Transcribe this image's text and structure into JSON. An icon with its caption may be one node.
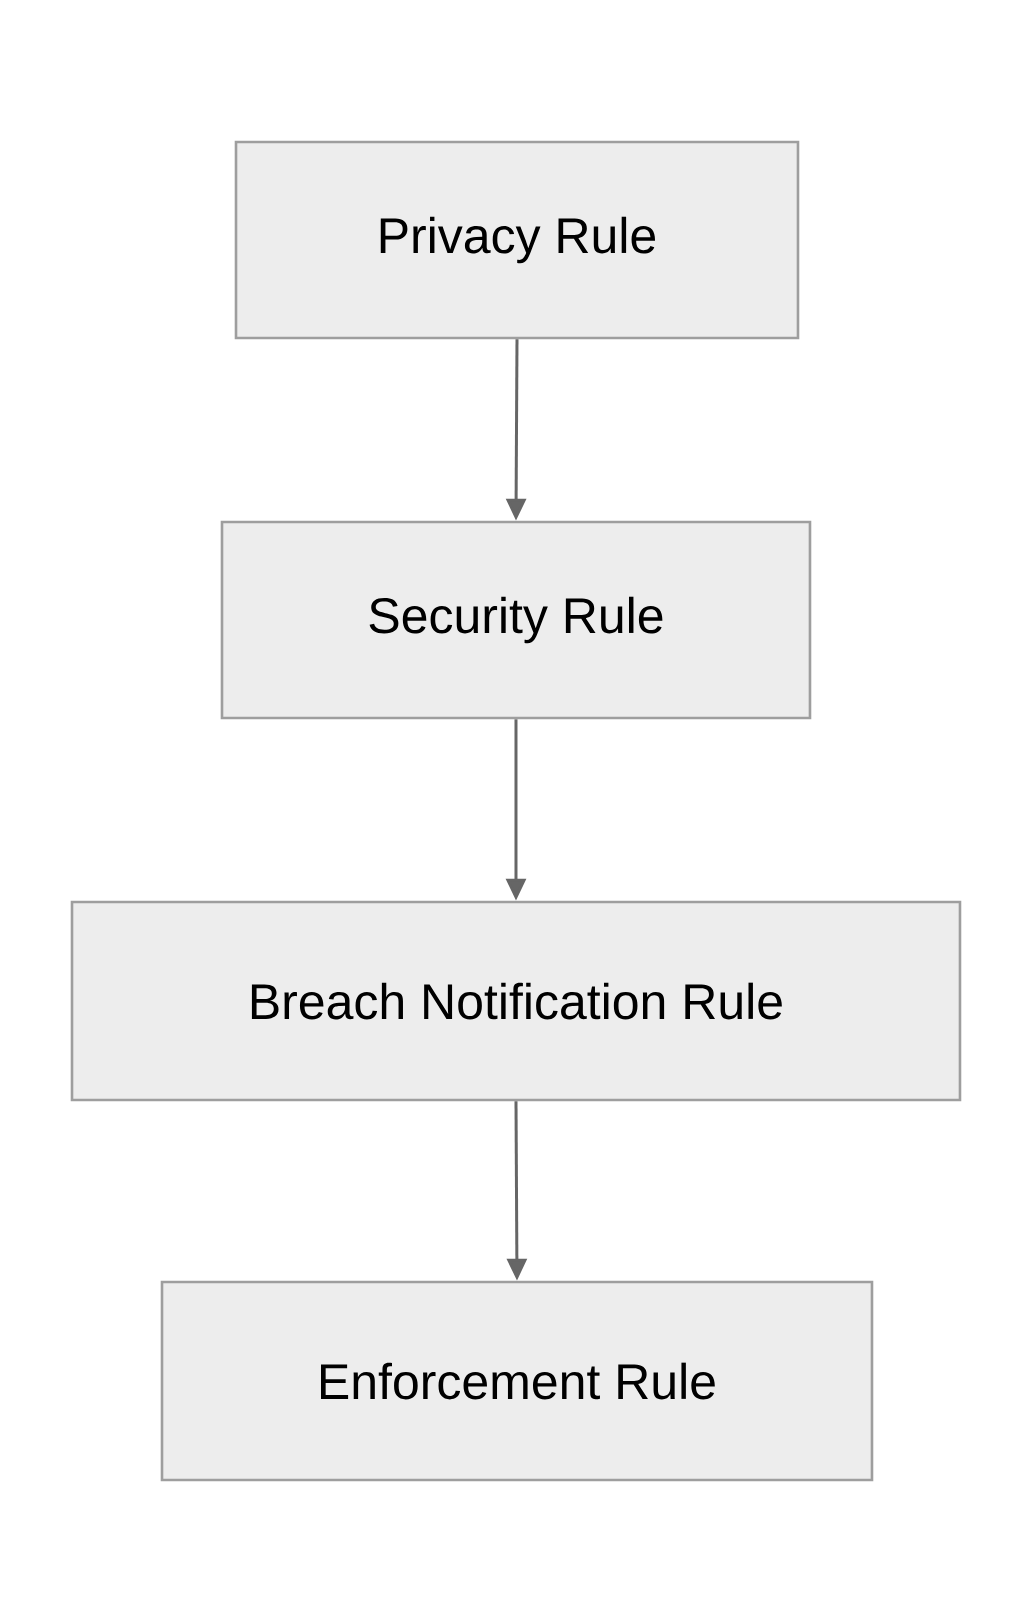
{
  "diagram": {
    "nodes": [
      {
        "text": [
          "Privacy Rule"
        ]
      },
      {
        "text": [
          "Security Rule"
        ]
      },
      {
        "text": [
          "Breach Notification Rule"
        ]
      },
      {
        "text": [
          "Enforcement Rule"
        ]
      }
    ],
    "edges": [
      {
        "from": 0,
        "to": 1,
        "arrow": "to"
      },
      {
        "from": 1,
        "to": 2,
        "arrow": "to"
      },
      {
        "from": 2,
        "to": 3,
        "arrow": "to"
      }
    ]
  }
}
